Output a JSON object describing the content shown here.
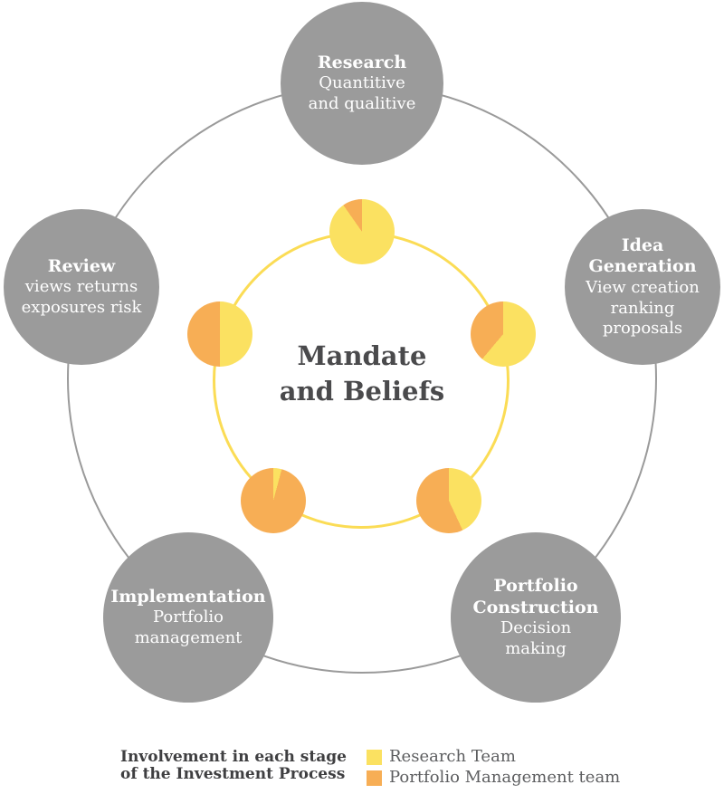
{
  "center_label": {
    "line1": "Mandate",
    "line2": "and Beliefs"
  },
  "stages": {
    "research": {
      "title_lines": [
        "Research"
      ],
      "subtitle_lines": [
        "Quantitive",
        "and qualitive"
      ],
      "pie": {
        "yellow_end_deg": 325,
        "research_team_pct": 90,
        "portfolio_management_pct": 10
      }
    },
    "idea_generation": {
      "title_lines": [
        "Idea",
        "Generation"
      ],
      "subtitle_lines": [
        "View creation",
        "ranking",
        "proposals"
      ],
      "pie": {
        "yellow_end_deg": 220,
        "research_team_pct": 61,
        "portfolio_management_pct": 39
      }
    },
    "portfolio_construction": {
      "title_lines": [
        "Portfolio",
        "Construction"
      ],
      "subtitle_lines": [
        "Decision",
        "making"
      ],
      "pie": {
        "yellow_end_deg": 155,
        "research_team_pct": 43,
        "portfolio_management_pct": 57
      }
    },
    "implementation": {
      "title_lines": [
        "Implementation"
      ],
      "subtitle_lines": [
        "Portfolio",
        "management"
      ],
      "pie": {
        "yellow_end_deg": 15,
        "research_team_pct": 4,
        "portfolio_management_pct": 96
      }
    },
    "review": {
      "title_lines": [
        "Review"
      ],
      "subtitle_lines": [
        "views returns",
        "exposures risk"
      ],
      "pie": {
        "yellow_end_deg": 180,
        "research_team_pct": 50,
        "portfolio_management_pct": 50
      }
    }
  },
  "legend": {
    "heading_lines": [
      "Involvement in each stage",
      "of the Investment Process"
    ],
    "items": [
      {
        "label": "Research Team",
        "color": "#FBE161"
      },
      {
        "label": "Portfolio Management team",
        "color": "#F7AE55"
      }
    ]
  },
  "colors": {
    "research_team": "#FBE161",
    "portfolio_management_team": "#F7AE55",
    "stage_circle_gray": "#9B9B9B",
    "outer_ring_gray": "#9A9A9A",
    "inner_ring_yellow": "#FBDC55",
    "center_text": "#4A4A4C",
    "legend_heading_text": "#3F3F41",
    "legend_label_text": "#5C5D5F"
  }
}
